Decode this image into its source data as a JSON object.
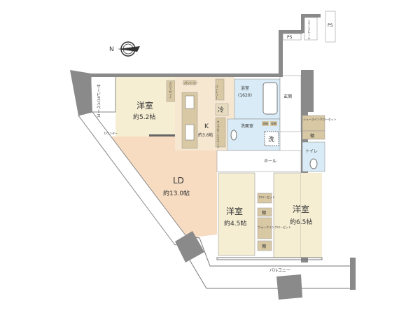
{
  "compass": {
    "label": "N"
  },
  "rooms": {
    "western_1": {
      "name": "洋室",
      "size": "約5.2帖"
    },
    "ld": {
      "name": "LD",
      "size": "約13.0帖"
    },
    "kitchen": {
      "name": "K",
      "size": "約3.6帖"
    },
    "western_2": {
      "name": "洋室",
      "size": "約4.5帖"
    },
    "western_3": {
      "name": "洋室",
      "size": "約6.5帖"
    },
    "bath": {
      "name": "浴室",
      "size": "(1620)"
    },
    "washroom": {
      "name": "洗面室"
    },
    "entrance": {
      "name": "玄関"
    },
    "hall": {
      "name": "ホール"
    },
    "toilet": {
      "name": "トイレ"
    },
    "balcony": {
      "name": "バルコニー"
    },
    "service_space": {
      "name": "サービススペース"
    },
    "trunk_room": {
      "name": "トランクルーム"
    }
  },
  "labels": {
    "closet": "クローゼット",
    "pantry": "パントリー",
    "fridge": "冷",
    "cupboard": "カップボードスペース",
    "storage": "収納",
    "washer": "洗",
    "shoes_closet": "シューズインクローゼット",
    "shelf": "棚",
    "wic": "ウォークインクローゼット",
    "ps": "PS",
    "counter": "カウンター"
  },
  "colors": {
    "western_room": "#f6eed3",
    "ld": "#f7dcc2",
    "wet_area": "#d9ebf6",
    "storage": "#d8c8a4",
    "wall": "#8a8a8a"
  }
}
